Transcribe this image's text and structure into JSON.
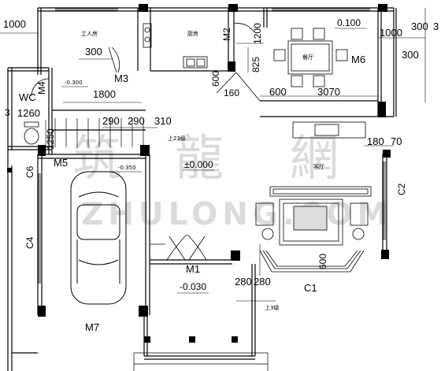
{
  "plan": {
    "rooms": {
      "worker_room": "工人房",
      "kitchen": "厨房",
      "dining": "餐厅",
      "living": "客厅",
      "wc": "WC"
    },
    "doors": {
      "m1": "M1",
      "m2": "M2",
      "m3": "M3",
      "m4": "M4",
      "m5": "M5",
      "m6": "M6",
      "m7": "M7",
      "c1": "C1",
      "c2": "C2",
      "c4": "C4",
      "c6": "C6",
      "c3": "3"
    },
    "dimensions": {
      "d1000_left": "1000",
      "d300_worker": "300",
      "d1200": "1200",
      "d825": "825",
      "d1000_right": "1000",
      "d300_top_right": "300",
      "d3_top_right": "3",
      "d300_right": "300",
      "d1800": "1800",
      "d1260": "1260",
      "d600_a": "600",
      "d160": "160",
      "d600_b": "600",
      "d3070": "3070",
      "d290_a": "290",
      "d290_b": "290",
      "d310": "310",
      "d1250": "1250",
      "d180": "180",
      "d70": "70",
      "d600_c": "600",
      "d280_a": "280",
      "d280_b": "280"
    },
    "levels": {
      "l0100": "0.100",
      "l_m0300": "-0.300",
      "l_m0350": "-0.350",
      "l0000": "±0.000",
      "l_m0030": "-0.030"
    },
    "steps": {
      "up23": "上23级",
      "up3": "上3级"
    },
    "watermark": {
      "cn1": "筑",
      "cn2": "龍",
      "cn3": "網",
      "en": "ZHULONG.COM"
    }
  }
}
